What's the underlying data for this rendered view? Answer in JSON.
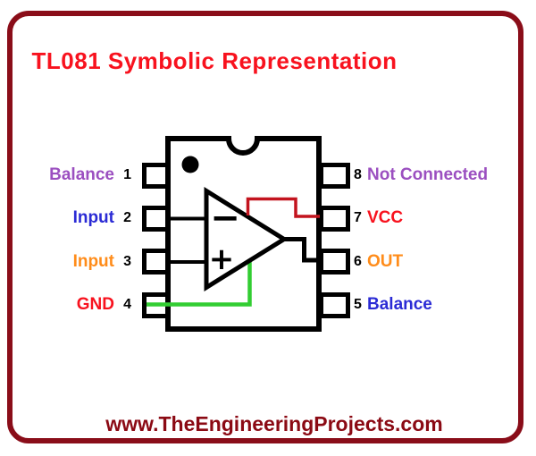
{
  "title": "TL081 Symbolic Representation",
  "footer": {
    "url": "www.TheEngineeringProjects.com"
  },
  "colors": {
    "frame": "#8a0d19",
    "title": "#f8121e",
    "footer": "#8b0a14",
    "vcc_wire": "#c3141e",
    "gnd_wire": "#32cd32",
    "purple": "#9b4fc0",
    "blue": "#2b2bd5",
    "orange": "#ff8c1a",
    "red": "#f8121e"
  },
  "chip": {
    "name": "TL081",
    "package": "DIP-8",
    "left_pins": [
      {
        "number": "1",
        "label": "Balance",
        "color": "#9b4fc0"
      },
      {
        "number": "2",
        "label": "Input",
        "color": "#2b2bd5"
      },
      {
        "number": "3",
        "label": "Input",
        "color": "#ff8c1a"
      },
      {
        "number": "4",
        "label": "GND",
        "color": "#f8121e"
      }
    ],
    "right_pins": [
      {
        "number": "8",
        "label": "Not Connected",
        "color": "#9b4fc0"
      },
      {
        "number": "7",
        "label": "VCC",
        "color": "#f8121e"
      },
      {
        "number": "6",
        "label": "OUT",
        "color": "#ff8c1a"
      },
      {
        "number": "5",
        "label": "Balance",
        "color": "#2b2bd5"
      }
    ],
    "opamp": {
      "inverting_symbol": "−",
      "noninverting_symbol": "+"
    }
  }
}
